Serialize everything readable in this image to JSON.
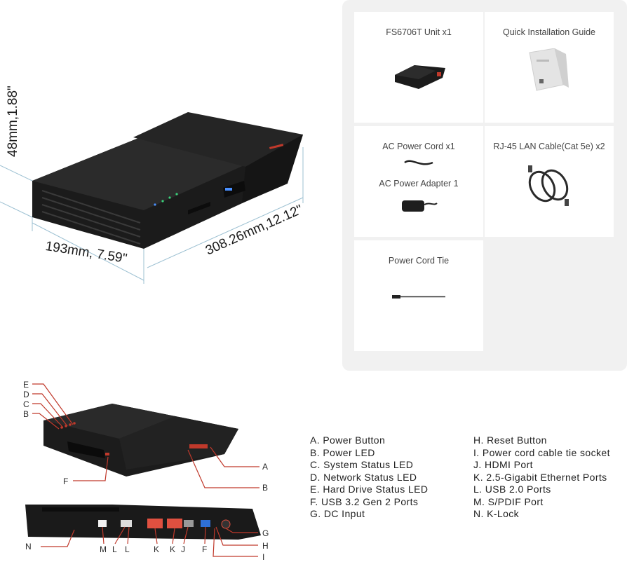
{
  "dimensions": {
    "height": "48mm,1.88\"",
    "width": "193mm, 7.59\"",
    "depth": "308.26mm,12.12\""
  },
  "package_contents": [
    {
      "label": "FS6706T Unit x1",
      "icon": "device-thumbnail"
    },
    {
      "label": "Quick Installation Guide",
      "icon": "manual-booklet"
    },
    {
      "label": "AC Power Cord x1",
      "label2": "AC Power Adapter 1",
      "icon": "power-cord-and-adapter"
    },
    {
      "label": "RJ-45 LAN Cable(Cat 5e) x2",
      "icon": "ethernet-cable-coil"
    },
    {
      "label": "Power Cord Tie",
      "icon": "cable-tie"
    }
  ],
  "callouts": {
    "front_left": [
      "E",
      "D",
      "C",
      "B"
    ],
    "front_f": "F",
    "front_a": "A",
    "front_b": "B",
    "rear_bottom": [
      "N",
      "M",
      "L",
      "L",
      "K",
      "K",
      "J",
      "F"
    ],
    "rear_right": [
      "G",
      "H",
      "I"
    ]
  },
  "legend": {
    "left": [
      "A. Power Button",
      "B. Power LED",
      "C. System Status LED",
      "D. Network Status LED",
      "E. Hard Drive Status LED",
      "F. USB 3.2 Gen 2 Ports",
      "G. DC Input"
    ],
    "right": [
      "H. Reset Button",
      " I.  Power cord cable tie socket",
      "J. HDMI Port",
      "K. 2.5-Gigabit Ethernet Ports",
      "L. USB 2.0 Ports",
      "M. S/PDIF Port",
      "N. K-Lock"
    ]
  },
  "colors": {
    "callout_red": "#c0392b",
    "dim_line": "#8ab4c8",
    "device_dark": "#1e1e1e",
    "panel_bg": "#f1f1f1"
  }
}
